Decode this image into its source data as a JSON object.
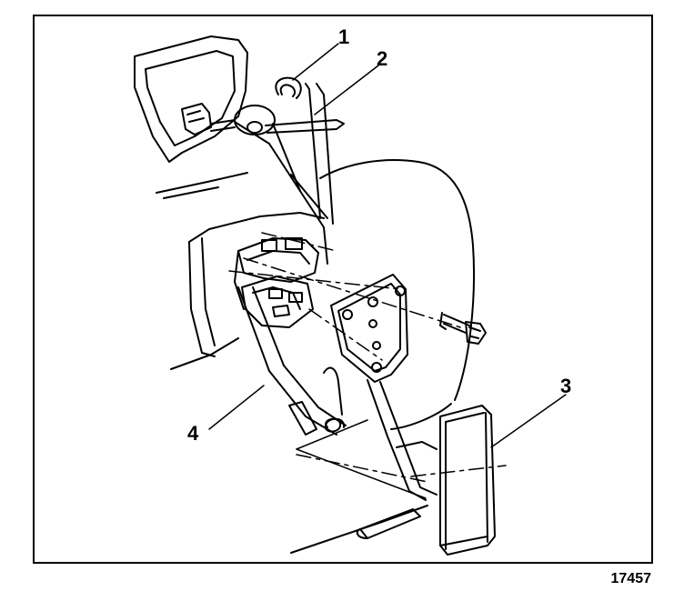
{
  "callouts": [
    {
      "id": "1",
      "label": "1"
    },
    {
      "id": "2",
      "label": "2"
    },
    {
      "id": "3",
      "label": "3"
    },
    {
      "id": "4",
      "label": "4"
    }
  ],
  "figure_number": "17457"
}
